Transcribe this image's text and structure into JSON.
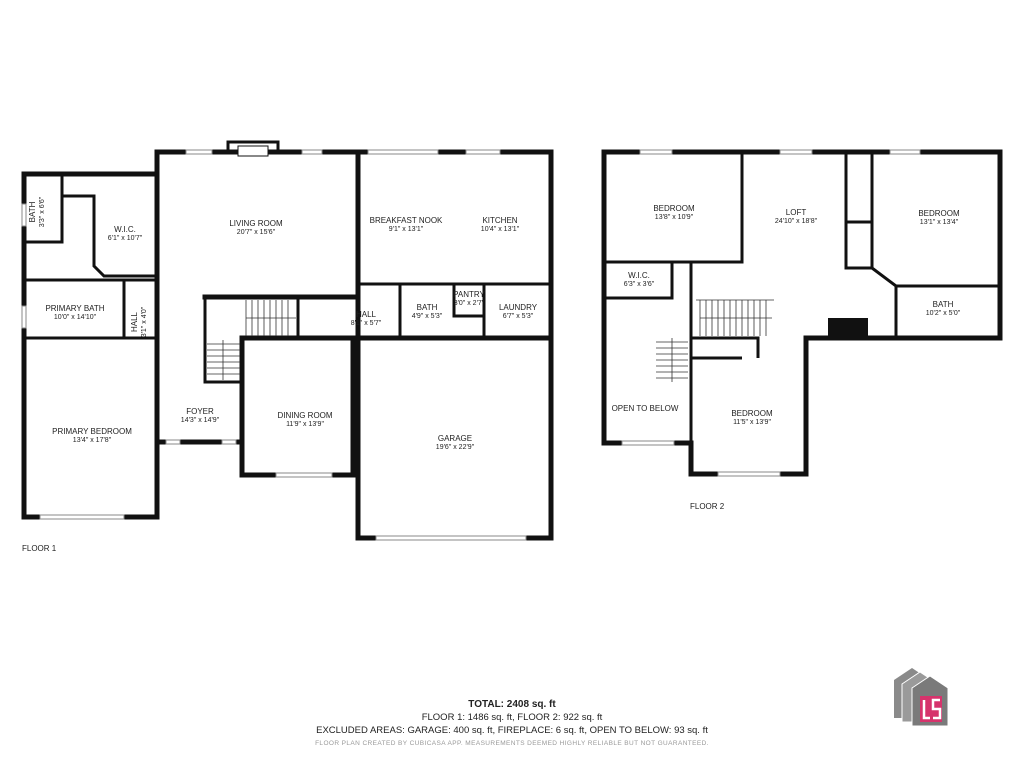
{
  "floor1": {
    "label": "FLOOR 1",
    "rooms": [
      {
        "key": "bath-small",
        "name": "BATH",
        "dim": "3'3\" x 6'6\""
      },
      {
        "key": "wic",
        "name": "W.I.C.",
        "dim": "6'1\" x 10'7\""
      },
      {
        "key": "primary-bath",
        "name": "PRIMARY BATH",
        "dim": "10'0\" x 14'10\""
      },
      {
        "key": "hall-narrow",
        "name": "HALL",
        "dim": "3'1\" x 4'0\""
      },
      {
        "key": "primary-bedroom",
        "name": "PRIMARY BEDROOM",
        "dim": "13'4\" x 17'8\""
      },
      {
        "key": "living-room",
        "name": "LIVING ROOM",
        "dim": "20'7\" x 15'6\""
      },
      {
        "key": "foyer",
        "name": "FOYER",
        "dim": "14'3\" x 14'9\""
      },
      {
        "key": "dining-room",
        "name": "DINING ROOM",
        "dim": "11'9\" x 13'9\""
      },
      {
        "key": "breakfast-nook",
        "name": "BREAKFAST NOOK",
        "dim": "9'1\" x 13'1\""
      },
      {
        "key": "kitchen",
        "name": "KITCHEN",
        "dim": "10'4\" x 13'1\""
      },
      {
        "key": "hall",
        "name": "HALL",
        "dim": "8'1\" x 5'7\""
      },
      {
        "key": "bath",
        "name": "BATH",
        "dim": "4'9\" x 5'3\""
      },
      {
        "key": "pantry",
        "name": "PANTRY",
        "dim": "3'0\" x 2'7\""
      },
      {
        "key": "laundry",
        "name": "LAUNDRY",
        "dim": "6'7\" x 5'3\""
      },
      {
        "key": "garage",
        "name": "GARAGE",
        "dim": "19'6\" x 22'9\""
      }
    ]
  },
  "floor2": {
    "label": "FLOOR 2",
    "rooms": [
      {
        "key": "bedroom-nw",
        "name": "BEDROOM",
        "dim": "13'8\" x 10'9\""
      },
      {
        "key": "loft",
        "name": "LOFT",
        "dim": "24'10\" x 18'8\""
      },
      {
        "key": "bedroom-ne",
        "name": "BEDROOM",
        "dim": "13'1\" x 13'4\""
      },
      {
        "key": "wic",
        "name": "W.I.C.",
        "dim": "6'3\" x 3'6\""
      },
      {
        "key": "bath",
        "name": "BATH",
        "dim": "10'2\" x 5'0\""
      },
      {
        "key": "open-to-below",
        "name": "OPEN TO BELOW",
        "dim": ""
      },
      {
        "key": "bedroom-s",
        "name": "BEDROOM",
        "dim": "11'5\" x 13'9\""
      }
    ]
  },
  "summary": {
    "total": "TOTAL: 2408 sq. ft",
    "floors": "FLOOR 1: 1486 sq. ft, FLOOR 2: 922 sq. ft",
    "excluded": "EXCLUDED AREAS: GARAGE: 400 sq. ft, FIREPLACE: 6 sq. ft, OPEN TO BELOW: 93 sq. ft",
    "disclaimer": "FLOOR PLAN CREATED BY CUBICASA APP. MEASUREMENTS DEEMED HIGHLY RELIABLE BUT NOT GUARANTEED."
  },
  "logo": {
    "icon": "brokerage-logo-icon",
    "colors": {
      "gray": "#8a8a8a",
      "accent": "#d6336c"
    }
  }
}
